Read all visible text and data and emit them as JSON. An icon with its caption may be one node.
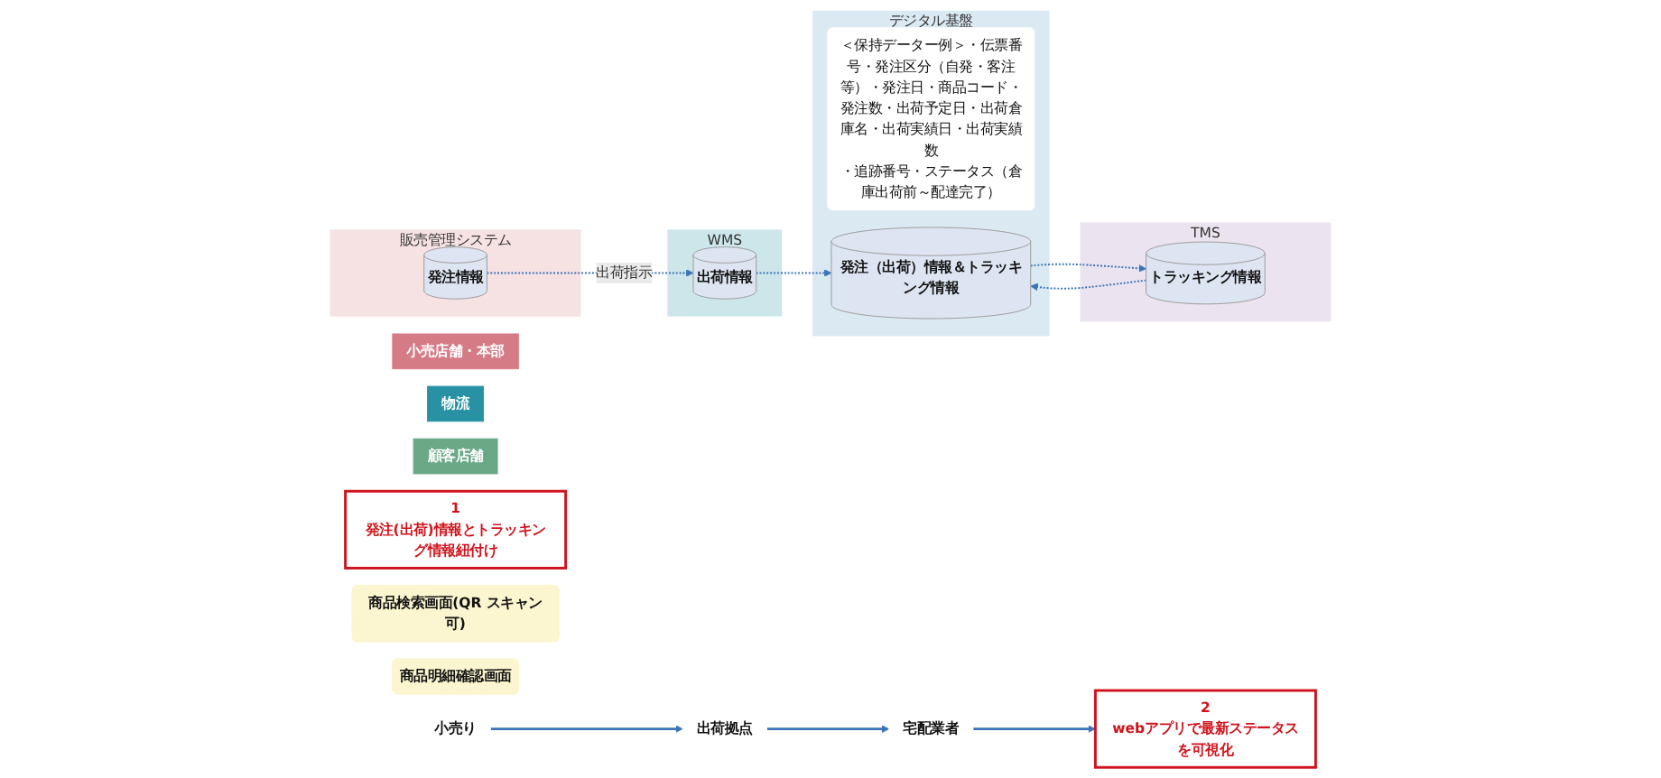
{
  "diagram": {
    "nodes": [
      {
        "text": [
          "小売店舗・本部"
        ]
      },
      {
        "text": [
          "物流"
        ]
      },
      {
        "text": [
          "顧客店舗"
        ]
      },
      {
        "text": [
          "小売り"
        ]
      },
      {
        "text": [
          "出荷拠点"
        ]
      },
      {
        "text": [
          "宅配業者"
        ]
      },
      {
        "text": [
          "販売管理システム"
        ]
      },
      {
        "text": [
          "発注情報"
        ],
        "in": 6
      },
      {
        "text": [
          "WMS"
        ]
      },
      {
        "text": [
          "出荷情報"
        ],
        "in": 8
      },
      {
        "text": [
          "TMS"
        ]
      },
      {
        "text": [
          "トラッキング情報"
        ],
        "in": 10
      },
      {
        "text": [
          "デジタル基盤"
        ]
      },
      {
        "text": [
          "＜保持データー例＞・伝票番号・発注区分（自発・客注等）・発注日・商品コード・発注数・出荷予定日・出荷倉庫名・出荷実績日・出荷実績数",
          "・追跡番号・ステータス（倉庫出荷前～配達完了）"
        ],
        "in": 12
      },
      {
        "text": [
          "発注（出荷）情報＆トラッキング情報"
        ],
        "in": 12
      },
      {
        "text": [
          "1",
          "発注(出荷)情報とトラッキング情報紐付け"
        ]
      },
      {
        "text": [
          "2",
          "webアプリで最新ステータスを可視化"
        ]
      },
      {
        "text": [
          "商品検索画面(QR スキャン可)"
        ]
      },
      {
        "text": [
          "商品明細確認画面"
        ]
      }
    ],
    "edges": [
      {
        "from": 3,
        "to": 4,
        "arrow": "to"
      },
      {
        "from": 4,
        "to": 5,
        "arrow": "to"
      },
      {
        "from": 5,
        "to": 16,
        "arrow": "to"
      },
      {
        "from": 7,
        "to": 9,
        "arrow": "to",
        "style": "dashed",
        "label": "出荷指示"
      },
      {
        "from": 9,
        "to": 14,
        "arrow": "to",
        "style": "dashed"
      },
      {
        "from": 14,
        "to": 11,
        "arrow": "to",
        "style": "dashed"
      },
      {
        "from": 11,
        "to": 14,
        "arrow": "to",
        "style": "dashed"
      }
    ]
  }
}
